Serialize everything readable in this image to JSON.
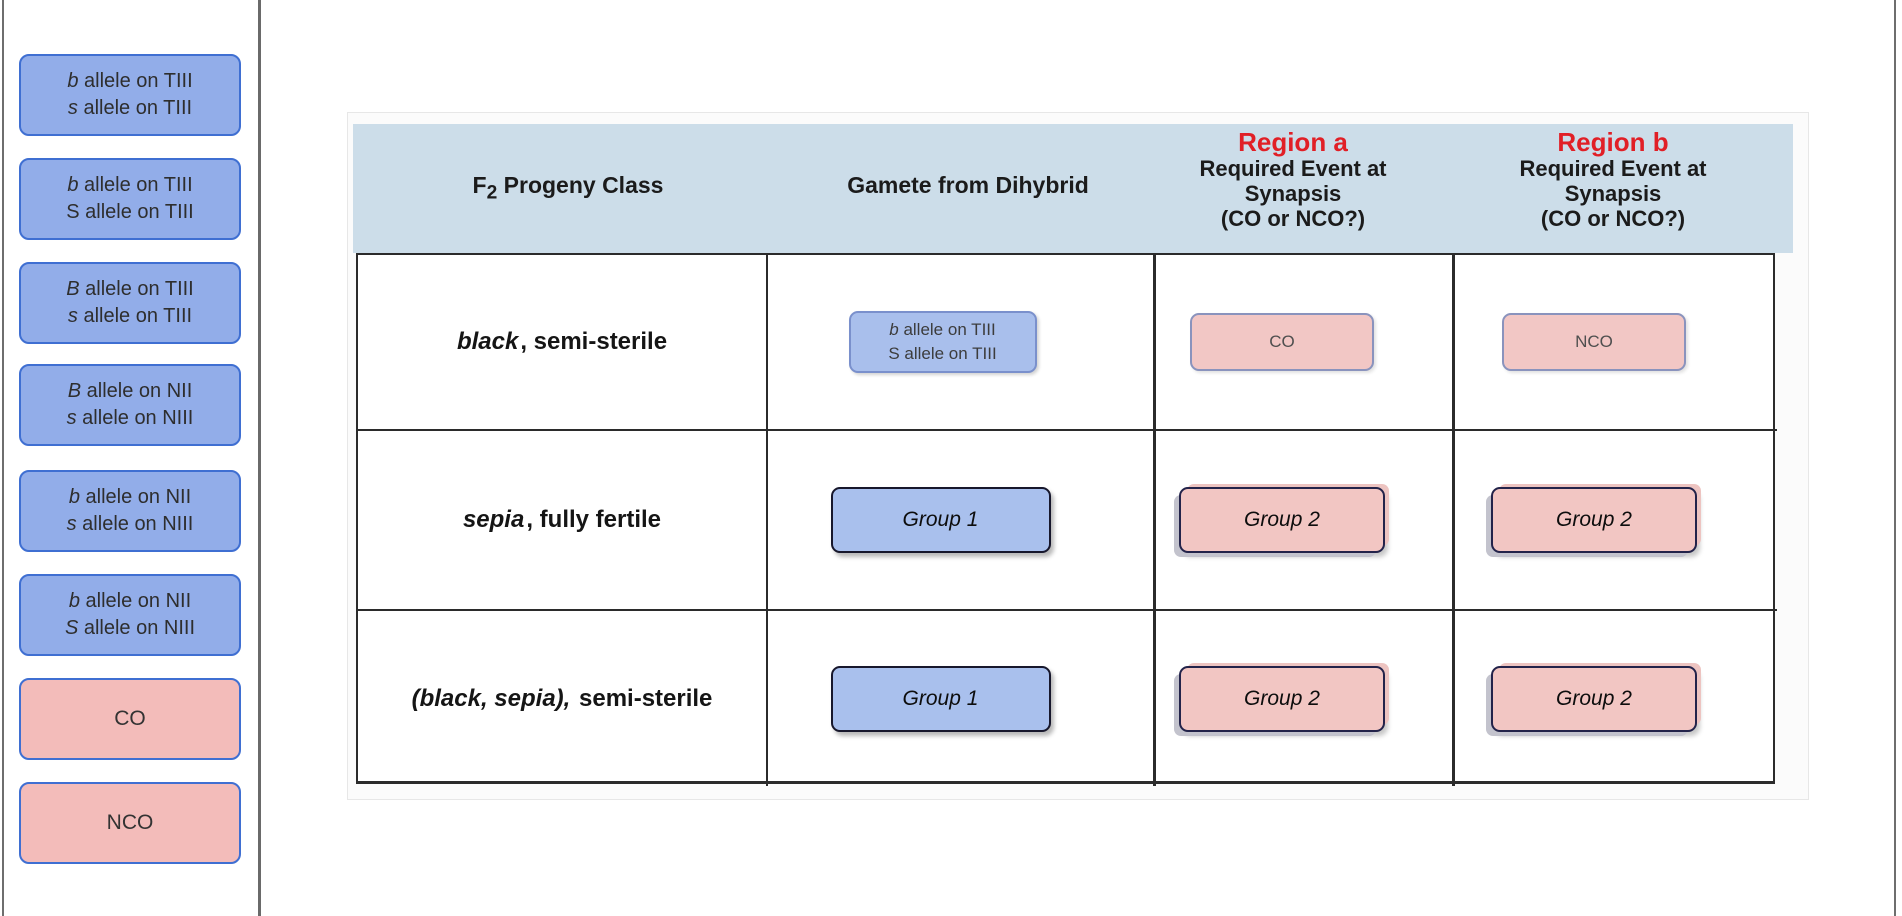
{
  "colors": {
    "chip_blue_fill": "#92ade9",
    "chip_blue_border": "#3f6fd2",
    "chip_pink_fill": "#f3bcba",
    "header_band": "#ccdde9",
    "region_red": "#e11f26",
    "table_border": "#2b2b2b"
  },
  "sidebar": {
    "chips": [
      {
        "kind": "allele",
        "line1_symbol": "b",
        "line1_text": " allele on TIII",
        "line2_symbol": "s",
        "line2_text": " allele on TIII"
      },
      {
        "kind": "allele",
        "line1_symbol": "b",
        "line1_text": " allele on TIII",
        "line2_symbol": "S",
        "line2_text": " allele on TIII"
      },
      {
        "kind": "allele",
        "line1_symbol": "B",
        "line1_text": " allele on TIII",
        "line2_symbol": "s",
        "line2_text": " allele on TIII"
      },
      {
        "kind": "allele",
        "line1_symbol": "B",
        "line1_text": " allele on NII",
        "line2_symbol": "s",
        "line2_text": " allele on NIII"
      },
      {
        "kind": "allele",
        "line1_symbol": "b",
        "line1_text": " allele on NII",
        "line2_symbol": "s",
        "line2_text": " allele on NIII"
      },
      {
        "kind": "allele",
        "line1_symbol": "b",
        "line1_text": " allele on NII",
        "line2_symbol": "S",
        "line2_text": " allele on NIII"
      },
      {
        "kind": "event",
        "label": "CO"
      },
      {
        "kind": "event",
        "label": "NCO"
      }
    ]
  },
  "table": {
    "header": {
      "col1": {
        "pre": "F",
        "sub": "2",
        "post": " Progeny Class"
      },
      "col2": "Gamete from Dihybrid",
      "col3": {
        "region": "Region a",
        "line1": "Required Event at",
        "line2": "Synapsis",
        "line3": "(CO or NCO?)"
      },
      "col4": {
        "region": "Region b",
        "line1": "Required Event at",
        "line2": "Synapsis",
        "line3": "(CO or NCO?)"
      }
    },
    "rows": [
      {
        "label_italic": "black",
        "label_rest": ", semi-sterile",
        "gamete_chip": {
          "line1_symbol": "b",
          "line1_text": " allele on TIII",
          "line2_symbol": "S",
          "line2_text": " allele on TIII"
        },
        "region_a_chip": {
          "label": "CO"
        },
        "region_b_chip": {
          "label": "NCO"
        }
      },
      {
        "label_italic": "sepia",
        "label_rest": ", fully fertile",
        "gamete_chip": {
          "label": "Group 1"
        },
        "region_a_chip": {
          "label": "Group 2"
        },
        "region_b_chip": {
          "label": "Group 2"
        }
      },
      {
        "label_italic": "(black, sepia),",
        "label_rest": " semi-sterile",
        "gamete_chip": {
          "label": "Group 1"
        },
        "region_a_chip": {
          "label": "Group 2"
        },
        "region_b_chip": {
          "label": "Group 2"
        }
      }
    ]
  }
}
